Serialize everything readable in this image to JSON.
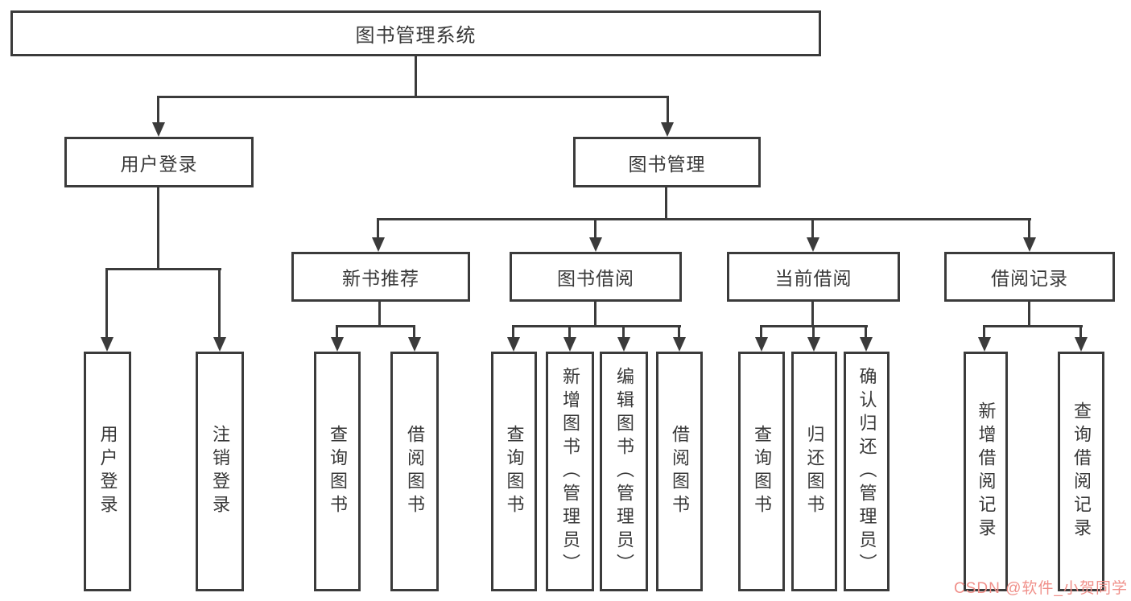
{
  "tree": {
    "root": "图书管理系统",
    "level2": [
      {
        "label": "用户登录",
        "leaves": [
          "用户登录",
          "注销登录"
        ]
      },
      {
        "label": "图书管理",
        "sections": [
          {
            "label": "新书推荐",
            "leaves": [
              "查询图书",
              "借阅图书"
            ]
          },
          {
            "label": "图书借阅",
            "leaves": [
              "查询图书",
              "新增图书（管理员）",
              "编辑图书（管理员）",
              "借阅图书"
            ]
          },
          {
            "label": "当前借阅",
            "leaves": [
              "查询图书",
              "归还图书",
              "确认归还（管理员）"
            ]
          },
          {
            "label": "借阅记录",
            "leaves": [
              "新增借阅记录",
              "查询借阅记录"
            ]
          }
        ]
      }
    ]
  },
  "watermark": {
    "text": "CSDN @软件_小贺同学",
    "color": "#f0908a"
  },
  "colors": {
    "line": "#3b3b3b",
    "text": "#383838",
    "background": "#ffffff"
  }
}
